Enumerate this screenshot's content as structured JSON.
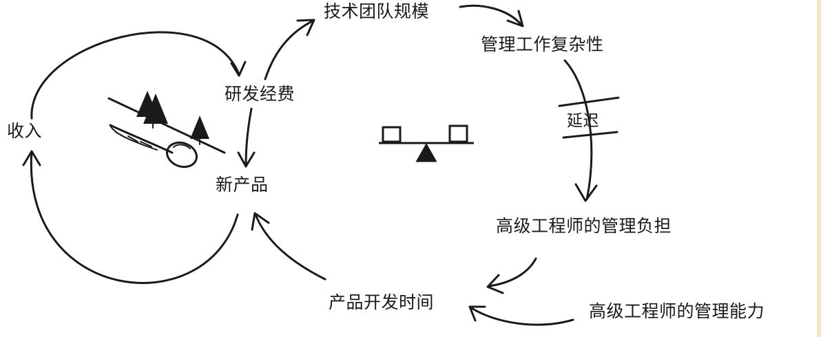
{
  "diagram": {
    "nodes": {
      "revenue": "收入",
      "rnd_budget": "研发经费",
      "new_products": "新产品",
      "team_size": "技术团队规模",
      "mgmt_complexity": "管理工作复杂性",
      "delay": "延迟",
      "senior_burden": "高级工程师的管理负担",
      "dev_time": "产品开发时间",
      "senior_capacity": "高级工程师的管理能力"
    },
    "icons": [
      "snowball-rolling-downhill-icon",
      "balance-seesaw-icon"
    ],
    "colors": {
      "ink": "#1a1a1a",
      "background": "#ffffff",
      "edge_strip": "#f3e6cc"
    }
  }
}
